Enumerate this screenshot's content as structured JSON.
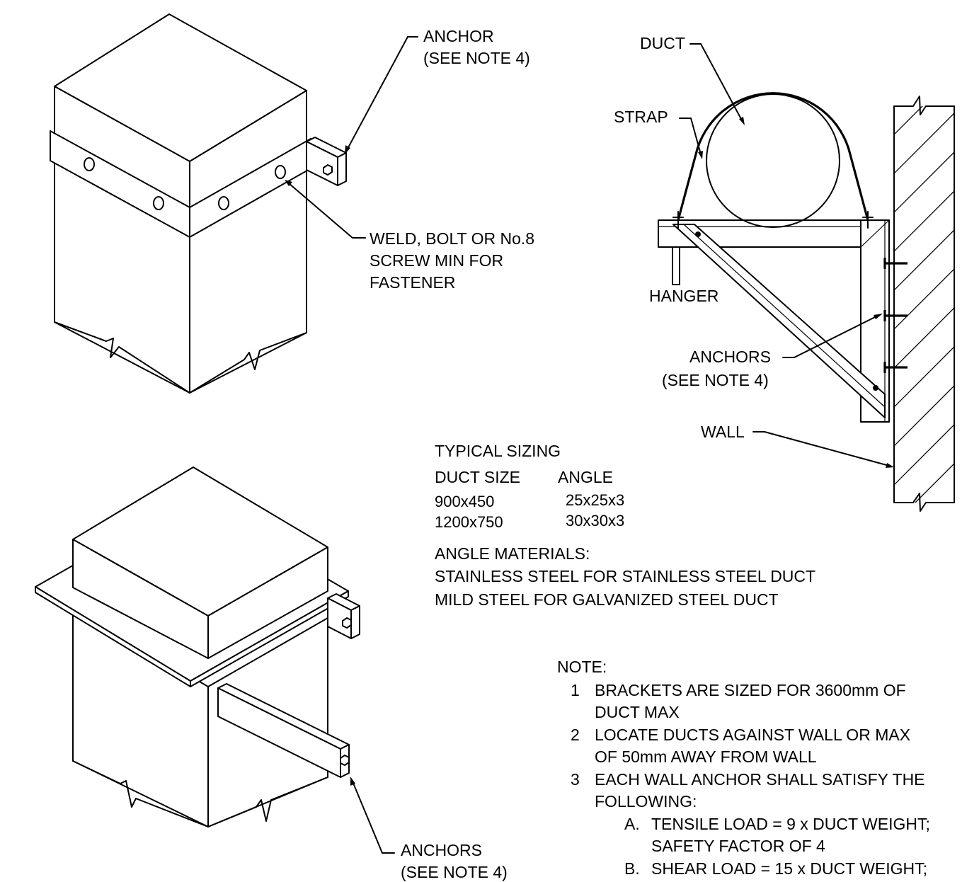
{
  "labels": {
    "anchor_top": "ANCHOR",
    "anchor_top_note": "(SEE NOTE 4)",
    "weld_line1": "WELD, BOLT OR No.8",
    "weld_line2": "SCREW MIN FOR",
    "weld_line3": "FASTENER",
    "duct": "DUCT",
    "strap": "STRAP",
    "hanger": "HANGER",
    "anchors_wall": "ANCHORS",
    "anchors_wall_note": "(SEE NOTE 4)",
    "wall": "WALL",
    "anchors_bottom": "ANCHORS",
    "anchors_bottom_note": "(SEE NOTE 4)"
  },
  "sizing": {
    "title": "TYPICAL SIZING",
    "headers": [
      "DUCT SIZE",
      "ANGLE"
    ],
    "rows": [
      [
        "900x450",
        "25x25x3"
      ],
      [
        "1200x750",
        "30x30x3"
      ]
    ]
  },
  "materials": {
    "title": "ANGLE MATERIALS:",
    "lines": [
      "STAINLESS STEEL FOR STAINLESS STEEL DUCT",
      "MILD STEEL FOR GALVANIZED STEEL DUCT"
    ]
  },
  "notes": {
    "title": "NOTE:",
    "items": [
      {
        "num": "1",
        "lines": [
          "BRACKETS ARE SIZED FOR 3600mm OF",
          "DUCT MAX"
        ]
      },
      {
        "num": "2",
        "lines": [
          "LOCATE DUCTS AGAINST WALL OR MAX",
          "OF 50mm AWAY FROM WALL"
        ]
      },
      {
        "num": "3",
        "lines": [
          "EACH WALL ANCHOR SHALL SATISFY THE",
          "FOLLOWING:"
        ]
      }
    ],
    "subitems": [
      {
        "letter": "A.",
        "lines": [
          "TENSILE LOAD = 9 x  DUCT WEIGHT;",
          "SAFETY FACTOR OF 4"
        ]
      },
      {
        "letter": "B.",
        "lines": [
          "SHEAR LOAD = 15 x DUCT WEIGHT;"
        ]
      }
    ]
  }
}
